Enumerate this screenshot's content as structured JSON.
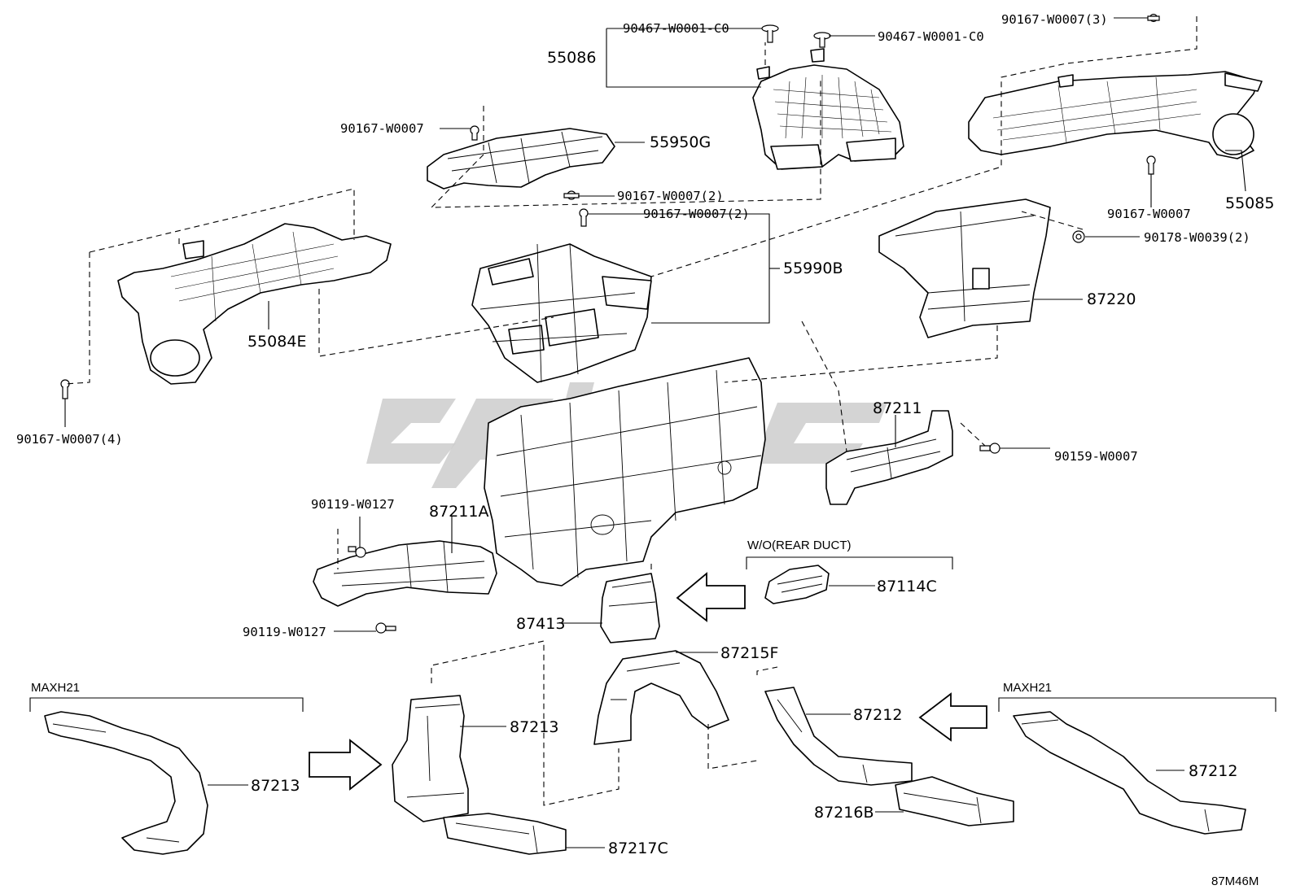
{
  "drawing_code": "87M46M",
  "notes": {
    "wo_rear_duct": "W/O(REAR DUCT)",
    "maxh21_left": "MAXH21",
    "maxh21_right": "MAXH21"
  },
  "labels": {
    "p55086": "55086",
    "p90467_a": "90467-W0001-C0",
    "p90467_b": "90467-W0001-C0",
    "p90167_3": "90167-W0007(3)",
    "p90167_top": "90167-W0007",
    "p55950G": "55950G",
    "p90167_2a": "90167-W0007(2)",
    "p90167_2b": "90167-W0007(2)",
    "p55990B": "55990B",
    "p90167_right": "90167-W0007",
    "p55085": "55085",
    "p90178": "90178-W0039(2)",
    "p87220": "87220",
    "p55084E": "55084E",
    "p90167_4": "90167-W0007(4)",
    "p87211": "87211",
    "p90159": "90159-W0007",
    "p90119_a": "90119-W0127",
    "p87211A": "87211A",
    "p90119_b": "90119-W0127",
    "p87413": "87413",
    "p87114C": "87114C",
    "p87215F": "87215F",
    "p87213_a": "87213",
    "p87213_b": "87213",
    "p87212_a": "87212",
    "p87212_b": "87212",
    "p87216B": "87216B",
    "p87217C": "87217C"
  }
}
